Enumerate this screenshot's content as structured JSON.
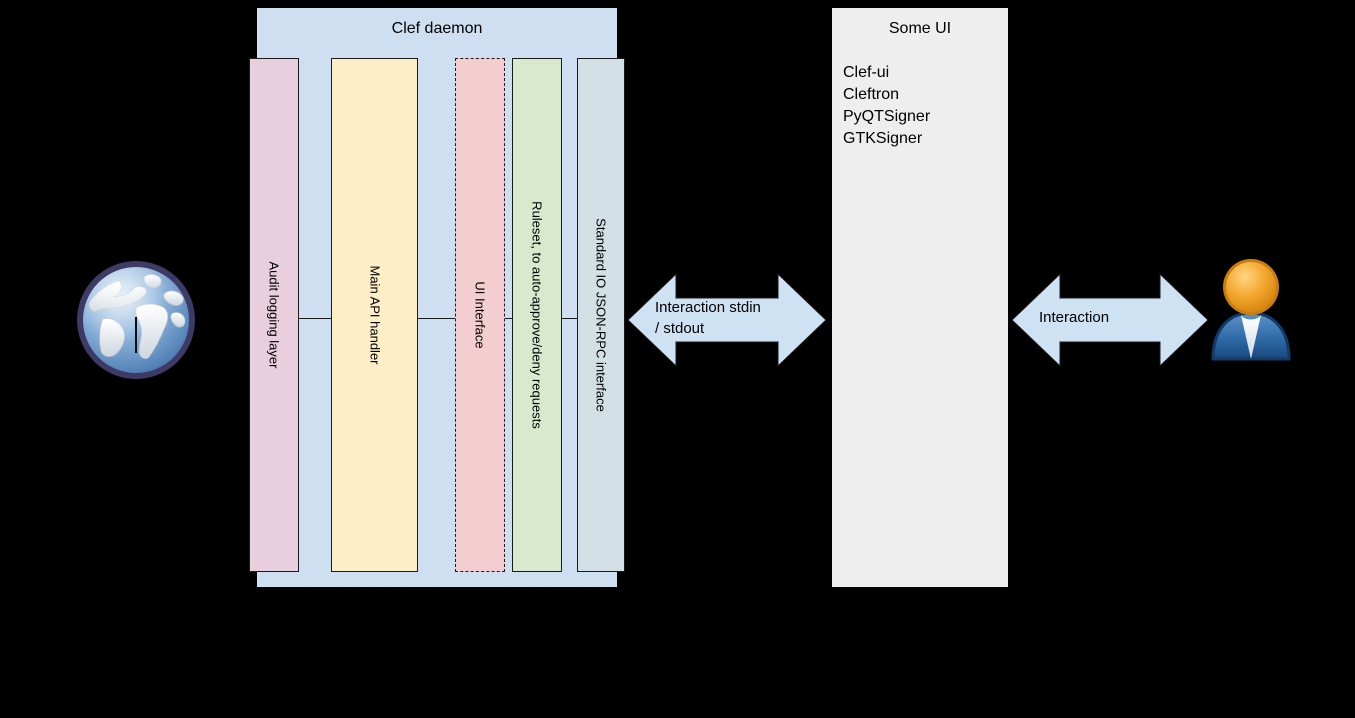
{
  "daemon": {
    "title": "Clef daemon",
    "columns": [
      {
        "key": "audit",
        "label": "Audit logging layer",
        "color": "#e9cfdd",
        "border": "solid"
      },
      {
        "key": "api",
        "label": "Main API handler",
        "color": "#fdeec8",
        "border": "solid"
      },
      {
        "key": "ui",
        "label": "UI Interface",
        "color": "#f4cdd0",
        "border": "dashed"
      },
      {
        "key": "ruleset",
        "label": "Ruleset, to auto-approve/deny requests",
        "color": "#d8e9cd",
        "border": "solid"
      },
      {
        "key": "stdio",
        "label": "Standard IO JSON-RPC interface",
        "color": "#d2dfe4",
        "border": "solid"
      }
    ],
    "background": "#cddff0"
  },
  "some_ui": {
    "title": "Some UI",
    "items": [
      "Clef-ui",
      "Cleftron",
      "PyQTSigner",
      "GTKSigner"
    ],
    "background": "#eeeeee"
  },
  "arrows": [
    {
      "key": "stdio-arrow",
      "label": "Interaction stdin\n/ stdout",
      "color": "#cfe2f3"
    },
    {
      "key": "user-arrow",
      "label": "Interaction",
      "color": "#cfe2f3"
    }
  ],
  "icons": {
    "globe": "globe-icon",
    "user": "user-icon"
  },
  "colors": {
    "daemon_fill": "#cddff0",
    "arrow_fill": "#cfe2f3",
    "stroke": "#1a1a1a",
    "panel_fill": "#eeeeee",
    "background": "#000000"
  }
}
